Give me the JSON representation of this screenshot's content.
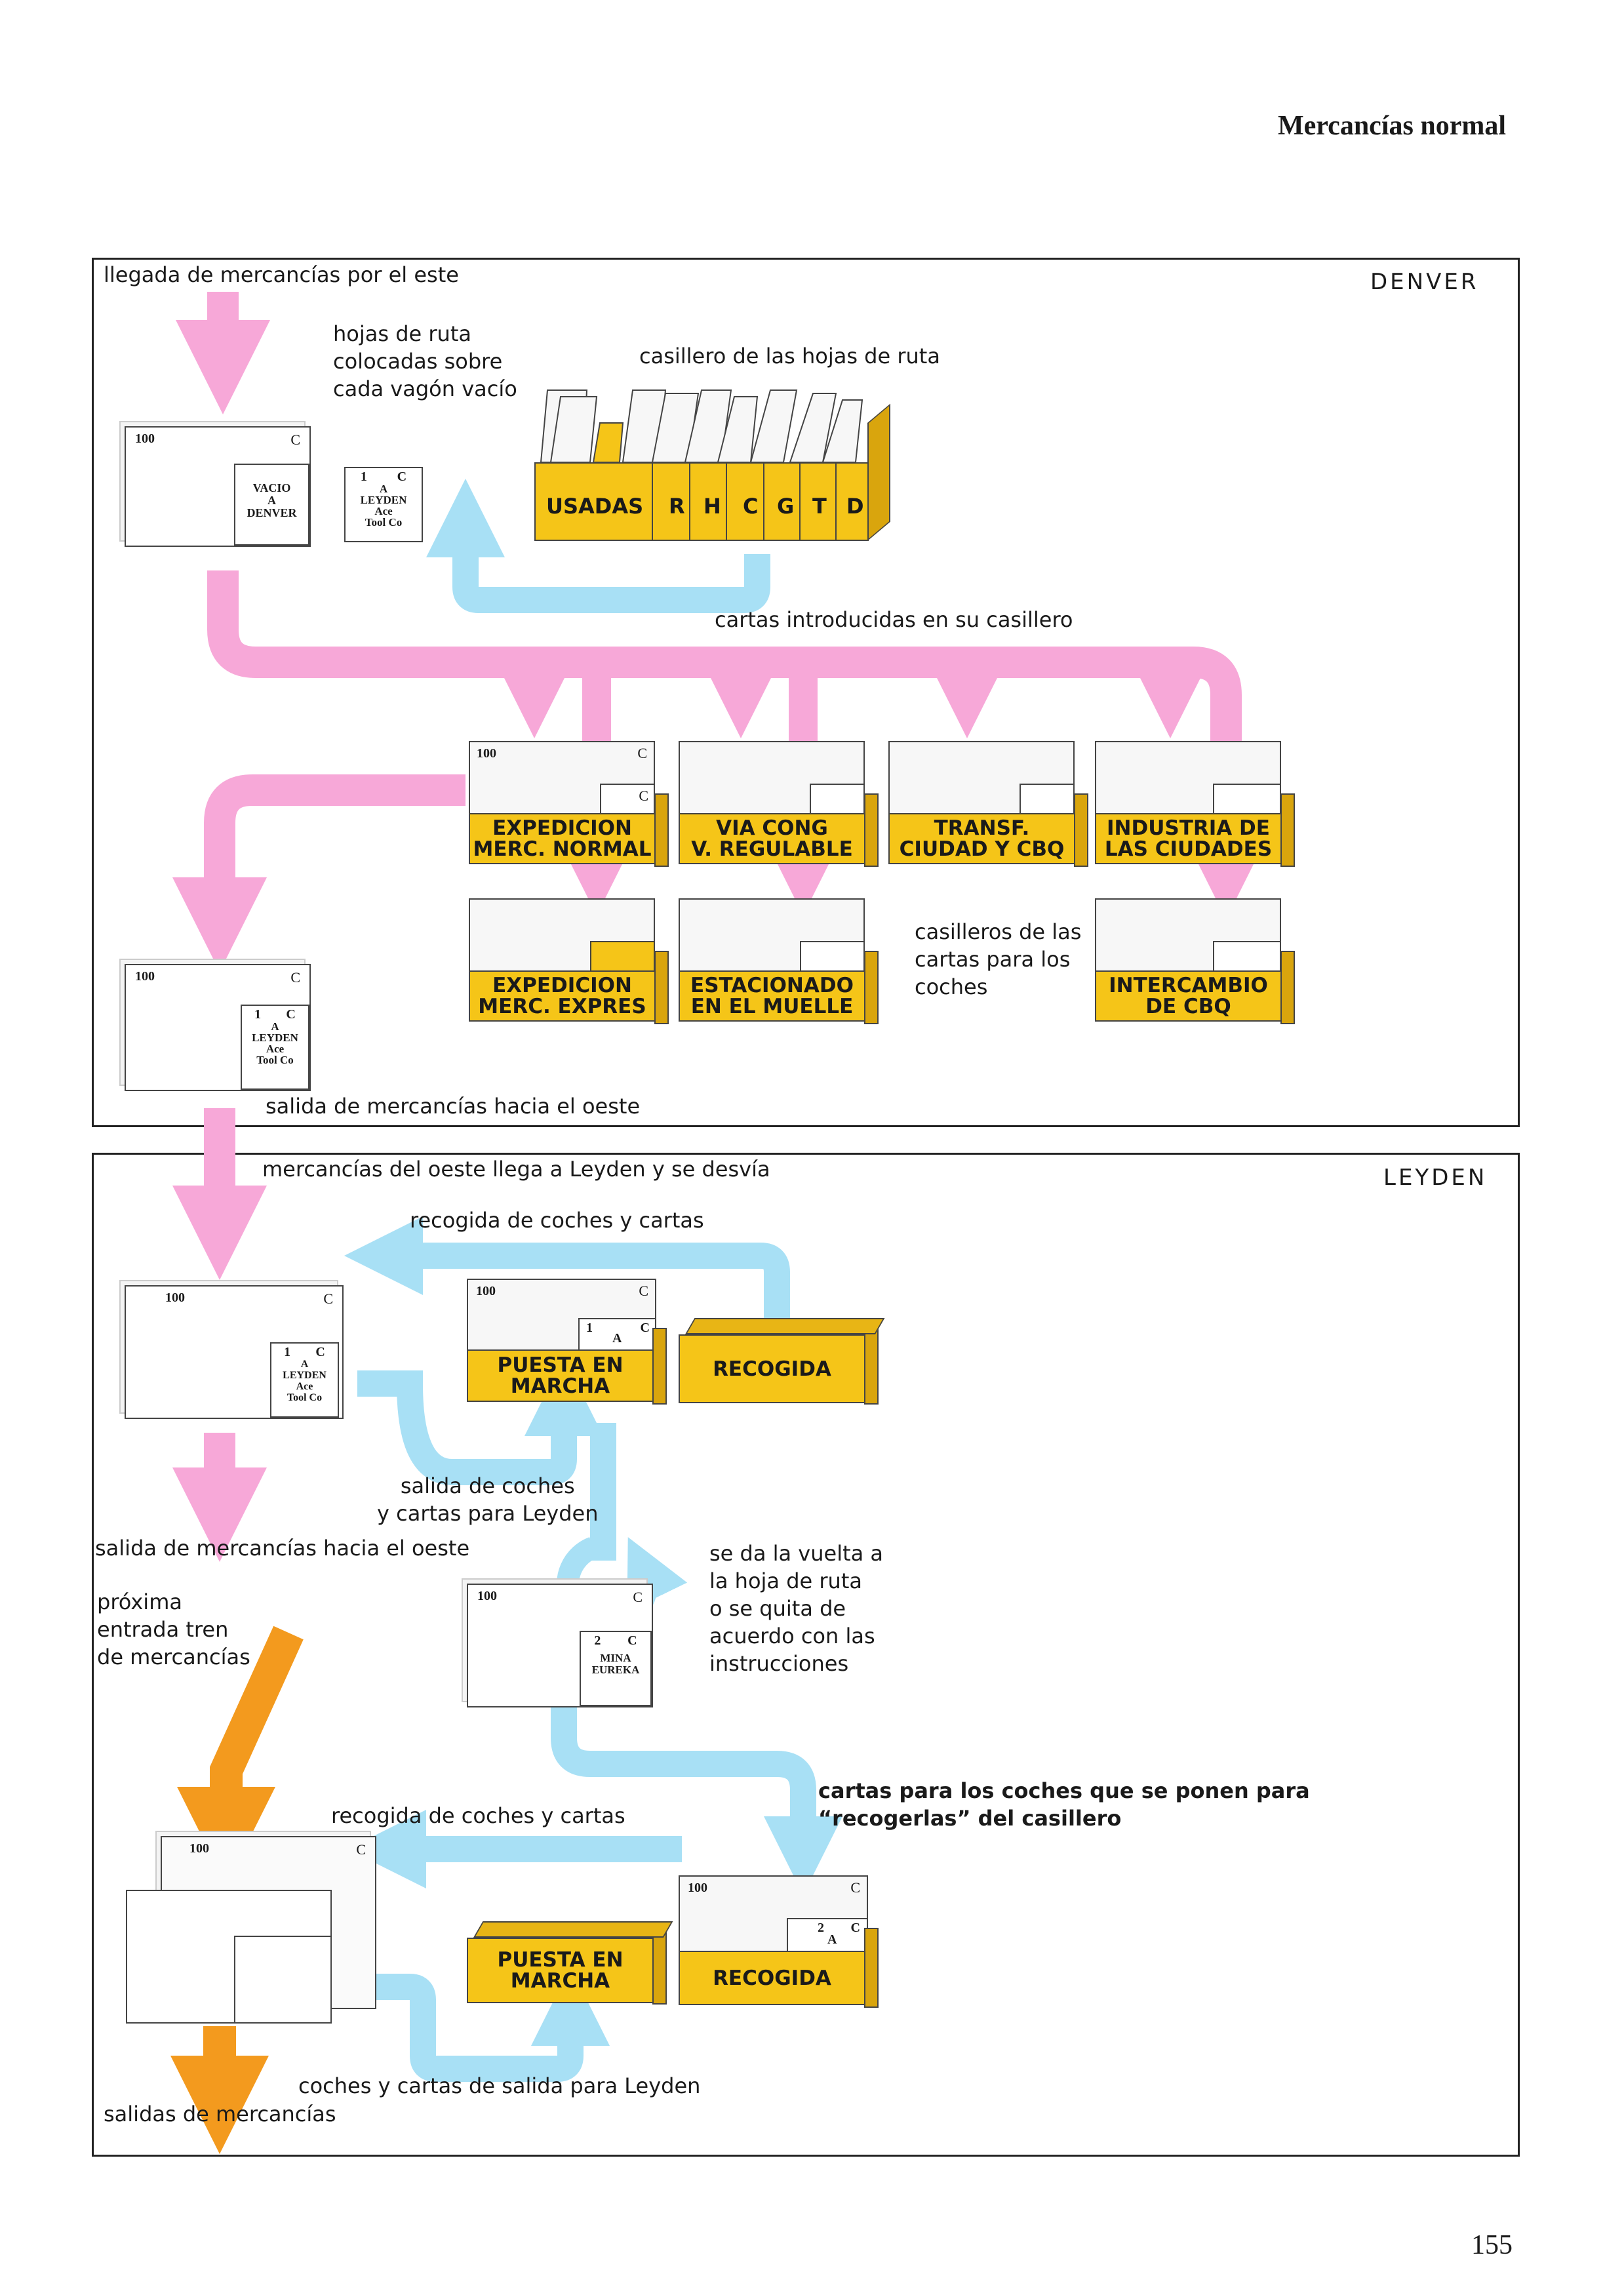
{
  "header": {
    "title": "Mercancías normal",
    "page_number": "155"
  },
  "denver": {
    "city": "DENVER",
    "arrival_label": "llegada de mercancías por el este",
    "waybill_note": "hojas de ruta\ncolocadas sobre\ncada vagón vacío",
    "rack_label": "casillero de las hojas de ruta",
    "rack_sections": [
      "USADAS",
      "R",
      "H",
      "C",
      "G",
      "T",
      "D"
    ],
    "cards_into_bins_label": "cartas introducidas en su casillero",
    "empty_card": {
      "number": "100",
      "c": "C",
      "waybill": "VACIO\nA\nDENVER"
    },
    "car_card": {
      "top_left": "1",
      "top_right": "C",
      "body": "A\nLEYDEN\nAce\nTool Co"
    },
    "bins": [
      "EXPEDICION\nMERC. NORMAL",
      "VIA CONG\nV. REGULABLE",
      "TRANSF.\nCIUDAD Y CBQ",
      "INDUSTRIA DE\nLAS CIUDADES",
      "EXPEDICION\nMERC. EXPRES",
      "ESTACIONADO\nEN EL MUELLE",
      "INTERCAMBIO\nDE CBQ"
    ],
    "bin_card_number": "100",
    "bin_card_c": "C",
    "bin_card_c2": "C",
    "bins_label": "casilleros de las\ncartas para los\ncoches",
    "outgoing_card": {
      "number": "100",
      "c": "C",
      "top_left": "1",
      "top_right": "C",
      "body": "A\nLEYDEN\nAce\nTool Co"
    },
    "departure_label": "salida de mercancías hacia el oeste"
  },
  "leyden": {
    "city": "LEYDEN",
    "arrival_label": "mercancías del oeste llega a Leyden y se desvía",
    "pickup_label_top": "recogida de coches y cartas",
    "train_card": {
      "number": "100",
      "c": "C",
      "top_left": "1",
      "top_right": "C",
      "body": "A\nLEYDEN\nAce\nTool Co"
    },
    "bin_puesta": "PUESTA EN\nMARCHA",
    "bin_recogida": "RECOGIDA",
    "puesta_card": {
      "number": "100",
      "c": "C",
      "top_left": "1",
      "top_right": "C",
      "mid": "A"
    },
    "cars_out_label": "salida de coches\ny cartas para Leyden",
    "departure_label": "salida de mercancías hacia el oeste",
    "next_train_label": "próxima\nentrada tren\nde mercancías",
    "turn_card": {
      "number": "100",
      "c": "C",
      "top_left": "2",
      "top_right": "C",
      "body": "MINA\nEUREKA"
    },
    "turn_label": "se da la vuelta a\nla hoja de ruta\no se quita de\nacuerdo con las\ninstrucciones",
    "pickup_cards_label": "cartas para los coches que se ponen para\n“recogerlas” del casillero",
    "pickup_label_bottom": "recogida de coches y cartas",
    "bottom_train_card": {
      "number": "100",
      "c": "C"
    },
    "bin_puesta_2": "PUESTA EN\nMARCHA",
    "bin_recogida_2": "RECOGIDA",
    "recogida_card": {
      "number": "100",
      "c": "C",
      "top_left": "2",
      "top_right": "C",
      "mid": "A"
    },
    "outgoing_label": "coches y cartas de salida para Leyden",
    "exits_label": "salidas de mercancías"
  },
  "colors": {
    "pink": "#f7a8d8",
    "blue": "#a8e0f5",
    "orange": "#f39a1e",
    "yellow": "#f5c518"
  }
}
